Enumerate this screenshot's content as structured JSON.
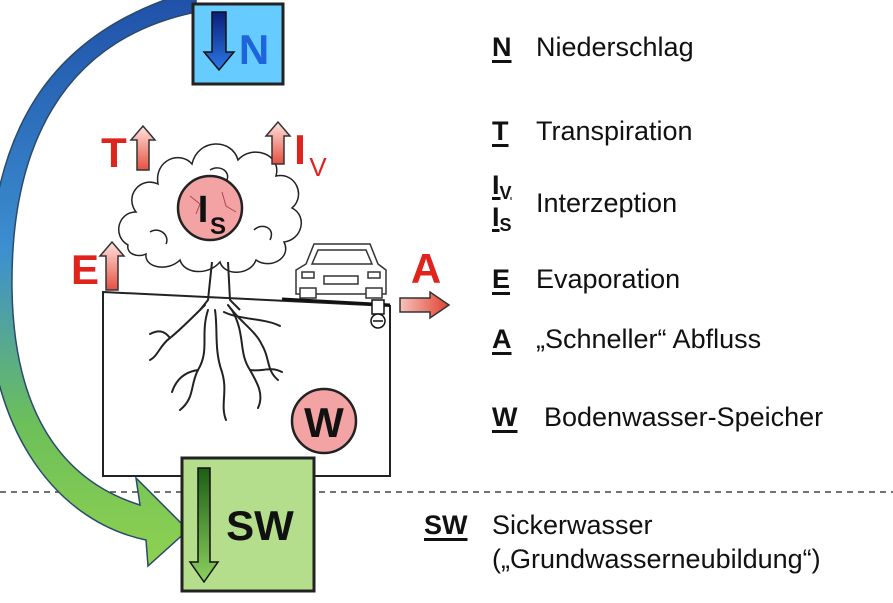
{
  "diagram": {
    "precip_box_label": "N",
    "transpiration_label": "T",
    "interception_veg_label": "I",
    "interception_veg_sub": "V",
    "interception_soil_label": "I",
    "interception_soil_sub": "S",
    "evaporation_label": "E",
    "runoff_label": "A",
    "soil_storage_label": "W",
    "seepage_box_label": "SW"
  },
  "legend": {
    "items": [
      {
        "symbol": "N",
        "description": "Niederschlag"
      },
      {
        "symbol": "T",
        "description": "Transpiration"
      },
      {
        "symbol": "E",
        "description": "Evaporation"
      },
      {
        "symbol": "A",
        "description": "„Schneller“ Abfluss"
      },
      {
        "symbol": "W",
        "description": "Bodenwasser-Speicher"
      },
      {
        "symbol": "SW",
        "description": "Sickerwasser"
      }
    ],
    "interception": {
      "symbol_1": "I",
      "sub_1": "V",
      "symbol_2": "I",
      "sub_2": "S",
      "description": "Interzeption"
    },
    "seepage_note": "(„Grundwasserneubildung“)"
  },
  "colors": {
    "precip_fill": "#66ccff",
    "precip_arrow": "#1a4fc4",
    "flow_arrow_blue": "#1f5fb3",
    "flow_arrow_green": "#7cc34a",
    "seepage_fill": "#b5de8c",
    "seepage_arrow": "#2f7a1f",
    "red_label": "#e0231c",
    "red_arrow_fill": "#f08b80",
    "bubble_fill": "#f3a3a3",
    "tree_outline": "#222222"
  }
}
